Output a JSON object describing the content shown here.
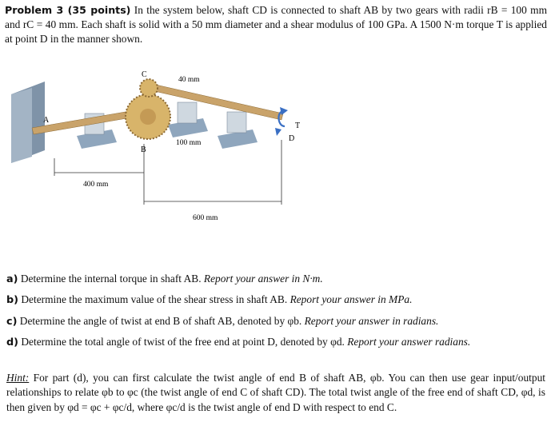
{
  "problem": {
    "heading": "Problem 3 (35 points)",
    "line1_rest": "In the system below, shaft CD is connected to shaft AB by two gears with radii",
    "line2": "rB = 100 mm and rC = 40 mm. Each shaft is solid with a 50 mm diameter and a shear modulus of 100",
    "line3": "GPa. A 1500 N·m torque T is applied at point D in the manner shown."
  },
  "figure": {
    "label_c": "C",
    "label_a": "A",
    "label_b": "B",
    "label_t": "T",
    "label_d": "D",
    "dim_40": "40 mm",
    "dim_100": "100 mm",
    "dim_400": "400 mm",
    "dim_600": "600 mm"
  },
  "questions": [
    {
      "label": "a)",
      "text": "Determine the internal torque in shaft AB.",
      "emph": "Report your answer in N·m."
    },
    {
      "label": "b)",
      "text": "Determine the maximum value of the shear stress in shaft AB.",
      "emph": "Report your answer in MPa."
    },
    {
      "label": "c)",
      "text": "Determine the angle of twist at end B of shaft AB, denoted by φb.",
      "emph": "Report your answer in radians."
    },
    {
      "label": "d)",
      "text": "Determine the total angle of twist of the free end at point D, denoted by φd.",
      "emph": "Report your answer radians."
    }
  ],
  "hint": {
    "label": "Hint:",
    "text": "For part (d), you can first calculate the twist angle of end B of shaft AB, φb. You can then use gear input/output relationships to relate φb to φc (the twist angle of end C of shaft CD). The total twist angle of the free end of shaft CD, φd, is then given by φd = φc + φc/d, where φc/d is the twist angle of end D with respect to end C."
  },
  "colors": {
    "wall": "#8a9db0",
    "shaft": "#c9a36a",
    "gear": "#d8b46a",
    "bearing": "#9fb4c8",
    "arrow": "#3a6fc4"
  }
}
